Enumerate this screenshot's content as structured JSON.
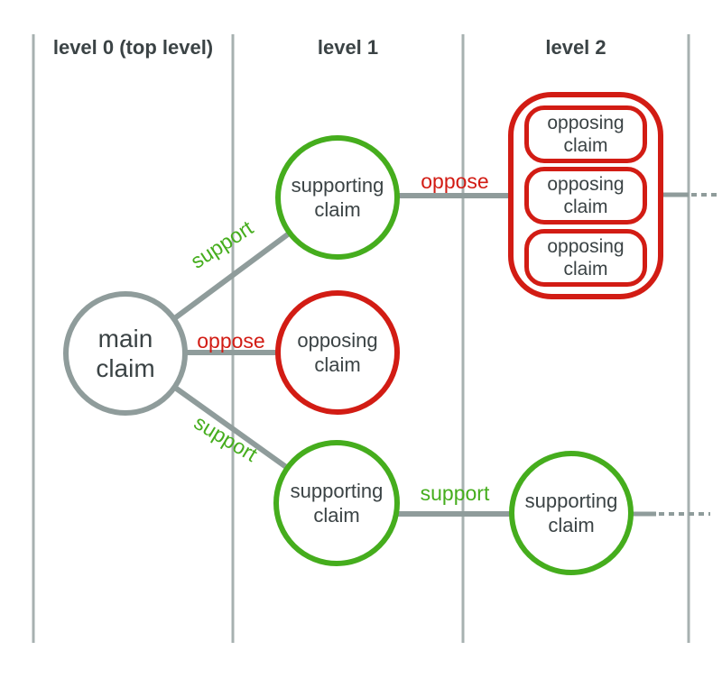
{
  "columns": [
    {
      "label": "level 0 (top level)"
    },
    {
      "label": "level 1"
    },
    {
      "label": "level 2"
    }
  ],
  "nodes": {
    "main": {
      "label": "main claim",
      "type": "main"
    },
    "level1_supporting_top": {
      "label": "supporting claim",
      "type": "support"
    },
    "level1_opposing": {
      "label": "opposing claim",
      "type": "oppose"
    },
    "level1_supporting_bottom": {
      "label": "supporting claim",
      "type": "support"
    },
    "level2_supporting": {
      "label": "supporting claim",
      "type": "support"
    },
    "level2_opposing_group": {
      "type": "oppose",
      "items": [
        {
          "label": "opposing claim"
        },
        {
          "label": "opposing claim"
        },
        {
          "label": "opposing claim"
        }
      ]
    }
  },
  "edges": {
    "support_top": {
      "label": "support",
      "type": "support"
    },
    "oppose_mid": {
      "label": "oppose",
      "type": "oppose"
    },
    "support_bottom": {
      "label": "support",
      "type": "support"
    },
    "oppose_level2": {
      "label": "oppose",
      "type": "oppose"
    },
    "support_level2": {
      "label": "support",
      "type": "support"
    }
  },
  "colors": {
    "support": "#45ad1d",
    "oppose": "#d21c14",
    "neutral_edge": "#8f9c9b",
    "divider": "#a7b1b0",
    "text": "#3b4345"
  }
}
